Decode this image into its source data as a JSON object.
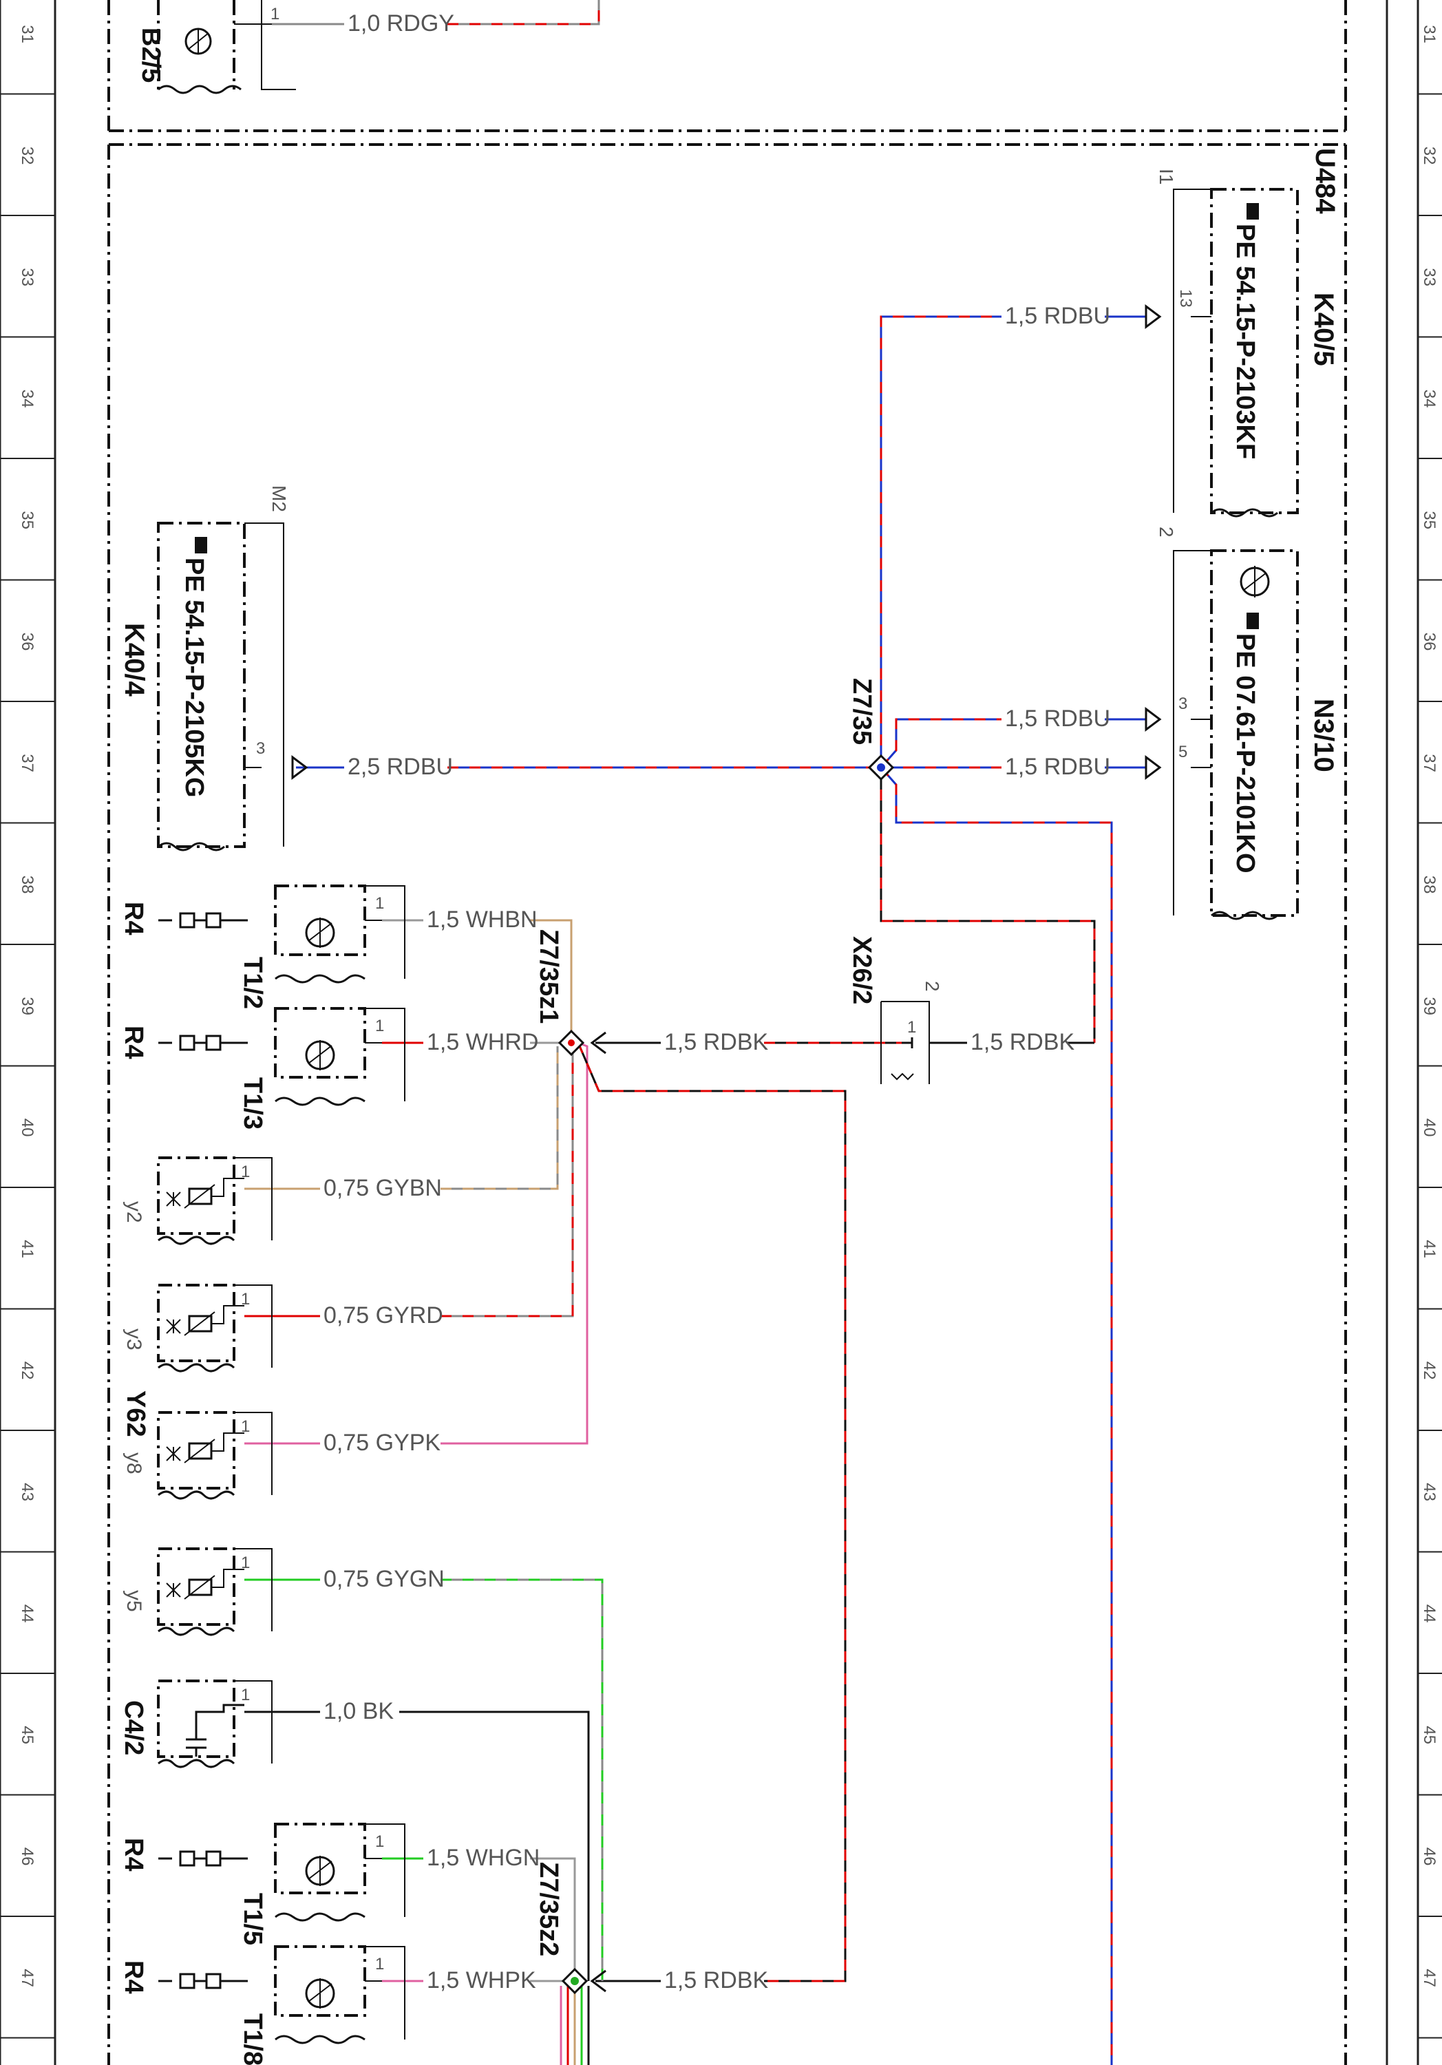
{
  "grid_rows": [
    "31",
    "32",
    "33",
    "34",
    "35",
    "36",
    "37",
    "38",
    "39",
    "40",
    "41",
    "42",
    "43",
    "44",
    "45",
    "46",
    "47"
  ],
  "wires": [
    "1,0 RDGY",
    "2,5 RDBU",
    "1,5 RDBU",
    "1,5 RDBU",
    "1,5 RDBU",
    "1,5 RDBK",
    "1,5 RDBK",
    "1,5 WHBN",
    "1,5 WHRD",
    "0,75 GYBN",
    "0,75 GYRD",
    "0,75 GYPK",
    "0,75 GYGN",
    "1,0 BK",
    "1,5 WHGN",
    "1,5 WHPK",
    "1,5 RDBK"
  ],
  "components": {
    "b2_5": "B2/5",
    "k40_4": "K40/4",
    "k40_4_ref": "PE 54.15-P-2105KG",
    "k40_4_pin": "M2",
    "u484": "U484",
    "k40_5": "K40/5",
    "k40_5_ref": "PE 54.15-P-2103KF",
    "k40_5_pin": "I1",
    "n3_10": "N3/10",
    "n3_10_ref": "PE 07.61-P-2101KO",
    "n3_10_pin": "2",
    "z7_35": "Z7/35",
    "x26_2": "X26/2",
    "x26_2_pin": "2",
    "z7_35z1": "Z7/35z1",
    "z7_35z2": "Z7/35z2",
    "t1_2": "T1/2",
    "t1_3": "T1/3",
    "t1_5": "T1/5",
    "t1_8": "T1/8",
    "r4": "R4",
    "y2": "y2",
    "y3": "y3",
    "y8": "y8",
    "y62": "Y62",
    "y5": "y5",
    "c4_2": "C4/2"
  },
  "pins": {
    "one": "1",
    "three": "3",
    "five": "5",
    "thirteen": "13"
  },
  "colors": {
    "red": "#e00000",
    "blue": "#1a33c8",
    "black": "#111111",
    "gray": "#8a8a8a",
    "brown": "#c8a070",
    "pink": "#e060a0",
    "green": "#22cc22"
  }
}
